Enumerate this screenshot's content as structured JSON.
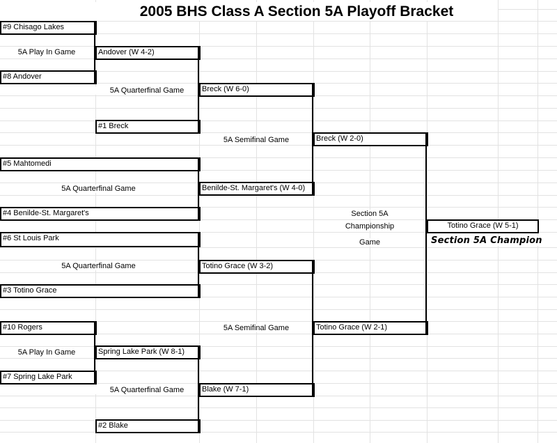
{
  "title": "2005 BHS Class A Section 5A Playoff Bracket",
  "round1": {
    "top": {
      "team_a": "#9 Chisago Lakes",
      "team_b": "#8 Andover",
      "label": "5A Play In Game",
      "winner": "Andover (W 4-2)"
    },
    "bottom": {
      "team_a": "#10 Rogers",
      "team_b": "#7 Spring Lake Park",
      "label": "5A Play In Game",
      "winner": "Spring Lake Park (W 8-1)"
    }
  },
  "quarterfinals": [
    {
      "label": "5A Quarterfinal Game",
      "seed": "#1 Breck",
      "winner": "Breck (W 6-0)"
    },
    {
      "label": "5A Quarterfinal Game",
      "team_a": "#5 Mahtomedi",
      "team_b": "#4 Benilde-St. Margaret's",
      "winner": "Benilde-St. Margaret's (W 4-0)"
    },
    {
      "label": "5A Quarterfinal Game",
      "team_a": "#6 St Louis Park",
      "team_b": "#3 Totino Grace",
      "winner": "Totino Grace (W 3-2)"
    },
    {
      "label": "5A Quarterfinal Game",
      "seed": "#2 Blake",
      "winner": "Blake (W 7-1)"
    }
  ],
  "semifinals": [
    {
      "label": "5A Semifinal Game",
      "winner": "Breck (W 2-0)"
    },
    {
      "label": "5A Semifinal Game",
      "winner": "Totino Grace (W 2-1)"
    }
  ],
  "championship": {
    "label_line1": "Section 5A",
    "label_line2": "Championship",
    "label_line3": "Game",
    "winner": "Totino Grace (W 5-1)",
    "caption": "Section 5A Champion"
  }
}
